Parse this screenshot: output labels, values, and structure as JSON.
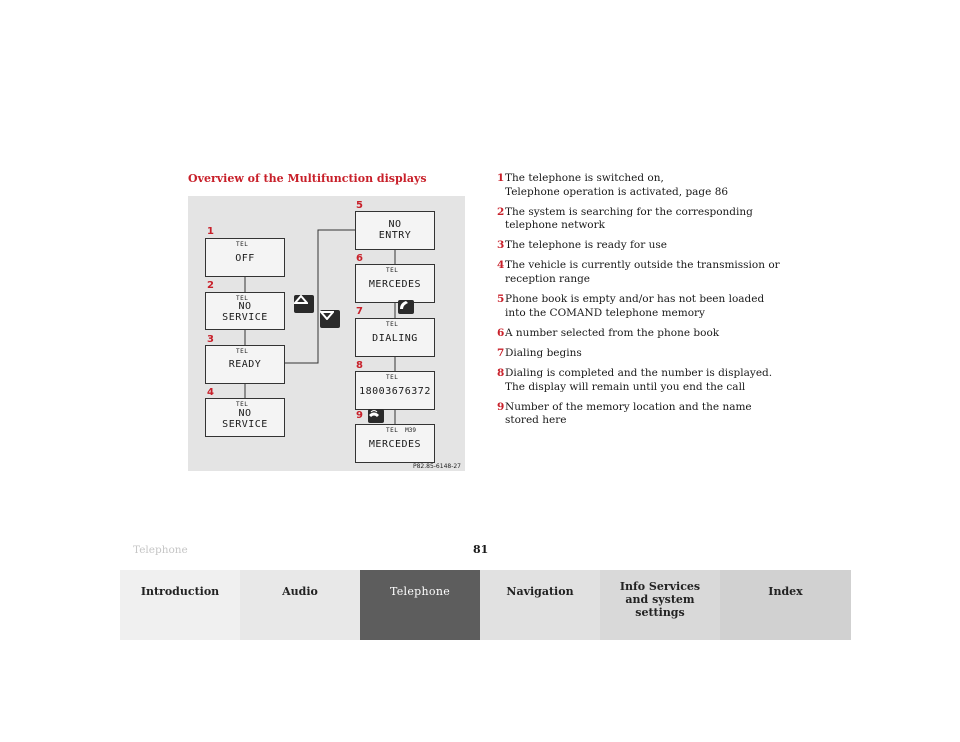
{
  "section_title": "Overview of the Multifunction displays",
  "displays": [
    {
      "num": "1",
      "small": "TEL",
      "main": [
        "OFF"
      ]
    },
    {
      "num": "2",
      "small": "TEL",
      "main": [
        "NO",
        "SERVICE"
      ]
    },
    {
      "num": "3",
      "small": "TEL",
      "main": [
        "READY"
      ]
    },
    {
      "num": "4",
      "small": "TEL",
      "main": [
        "NO",
        "SERVICE"
      ]
    },
    {
      "num": "5",
      "small": "",
      "main": [
        "NO",
        "ENTRY"
      ]
    },
    {
      "num": "6",
      "small": "TEL",
      "main": [
        "MERCEDES"
      ]
    },
    {
      "num": "7",
      "small": "TEL",
      "main": [
        "DIALING"
      ]
    },
    {
      "num": "8",
      "small": "TEL",
      "main": [
        "18003676372"
      ]
    },
    {
      "num": "9",
      "small": "TEL",
      "small2": "M39",
      "main": [
        "MERCEDES"
      ]
    }
  ],
  "figure_ref": "P82.85-6148-27",
  "icons": {
    "up_key": "up-arrow-key-icon",
    "down_key": "down-arrow-key-icon",
    "send_key": "phone-send-icon",
    "end_key": "phone-end-icon"
  },
  "descriptions": [
    {
      "num": "1",
      "lines": [
        "The telephone is switched on,",
        "Telephone operation is activated, page 86"
      ]
    },
    {
      "num": "2",
      "lines": [
        "The system is searching for the corresponding",
        "telephone network"
      ]
    },
    {
      "num": "3",
      "lines": [
        "The telephone is ready for use"
      ]
    },
    {
      "num": "4",
      "lines": [
        "The vehicle is currently outside the transmission or",
        "reception range"
      ]
    },
    {
      "num": "5",
      "lines": [
        "Phone book is empty and/or has not been loaded",
        "into the COMAND telephone memory"
      ]
    },
    {
      "num": "6",
      "lines": [
        "A number selected from the phone book"
      ]
    },
    {
      "num": "7",
      "lines": [
        "Dialing begins"
      ]
    },
    {
      "num": "8",
      "lines": [
        "Dialing is completed and the number is displayed.",
        "The display will remain until you end the call"
      ]
    },
    {
      "num": "9",
      "lines": [
        "Number of the memory location and the name",
        "stored here"
      ]
    }
  ],
  "footer": {
    "section": "Telephone",
    "page": "81"
  },
  "nav": {
    "tabs": [
      "Introduction",
      "Audio",
      "Telephone",
      "Navigation",
      "Info Services and system settings",
      "Index"
    ],
    "active": "Telephone"
  },
  "colors": {
    "accent": "#c8202a",
    "active_tab": "#5d5d5d"
  }
}
